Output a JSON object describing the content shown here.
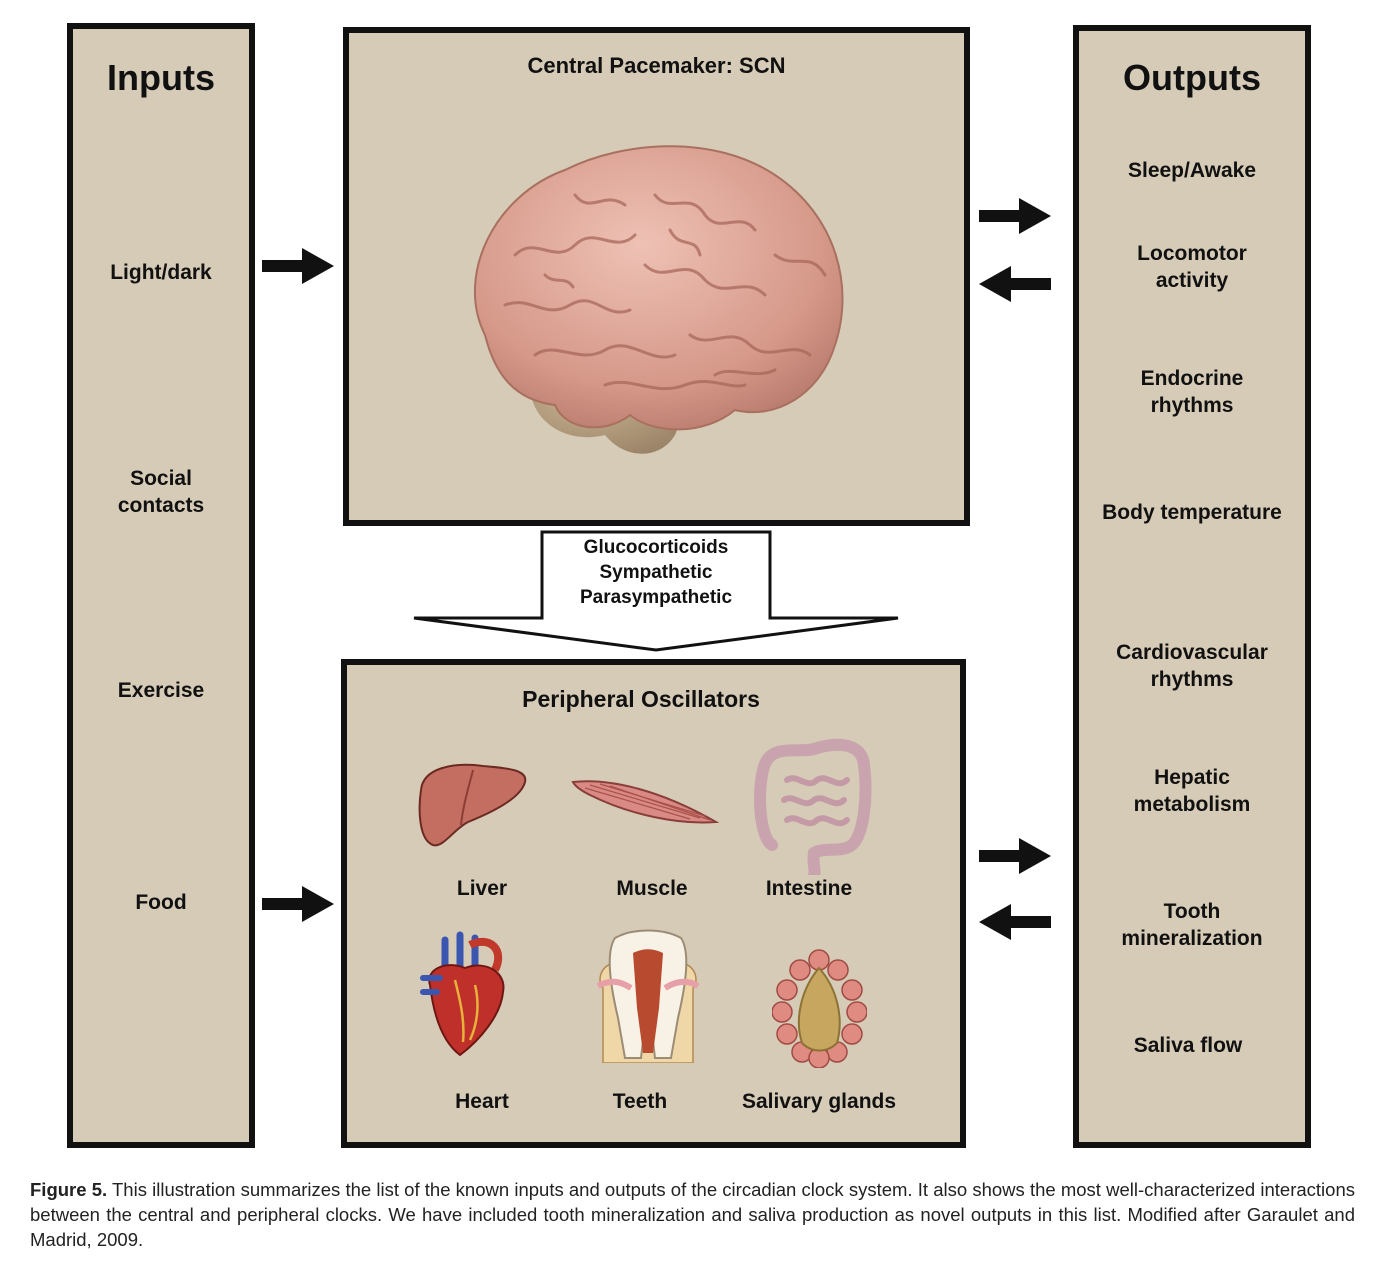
{
  "inputs": {
    "title": "Inputs",
    "items": [
      "Light/dark",
      "Social\ncontacts",
      "Exercise",
      "Food"
    ]
  },
  "central": {
    "title": "Central Pacemaker: SCN",
    "image": "brain-illustration"
  },
  "signals": {
    "lines": [
      "Glucocorticoids",
      "Sympathetic",
      "Parasympathetic"
    ]
  },
  "peripheral": {
    "title": "Peripheral Oscillators",
    "organs": [
      {
        "label": "Liver",
        "icon": "liver-icon"
      },
      {
        "label": "Muscle",
        "icon": "muscle-icon"
      },
      {
        "label": "Intestine",
        "icon": "intestine-icon"
      },
      {
        "label": "Heart",
        "icon": "heart-icon"
      },
      {
        "label": "Teeth",
        "icon": "tooth-icon"
      },
      {
        "label": "Salivary glands",
        "icon": "salivary-gland-icon"
      }
    ]
  },
  "outputs": {
    "title": "Outputs",
    "items": [
      "Sleep/Awake",
      "Locomotor\nactivity",
      "Endocrine\nrhythms",
      "Body temperature",
      "Cardiovascular\nrhythms",
      "Hepatic\nmetabolism",
      "Tooth\nmineralization",
      "Saliva flow"
    ]
  },
  "caption": {
    "label": "Figure 5.",
    "text": "This illustration summarizes the list of the known inputs and outputs of the circadian clock system. It also shows the most well-characterized interactions between the central and peripheral clocks. We have included tooth mineralization and saliva production as novel outputs in this list. Modified after Garaulet and Madrid, 2009."
  },
  "colors": {
    "panel": "#d6cbb7",
    "border": "#111111",
    "brain": "#d9a79a"
  }
}
